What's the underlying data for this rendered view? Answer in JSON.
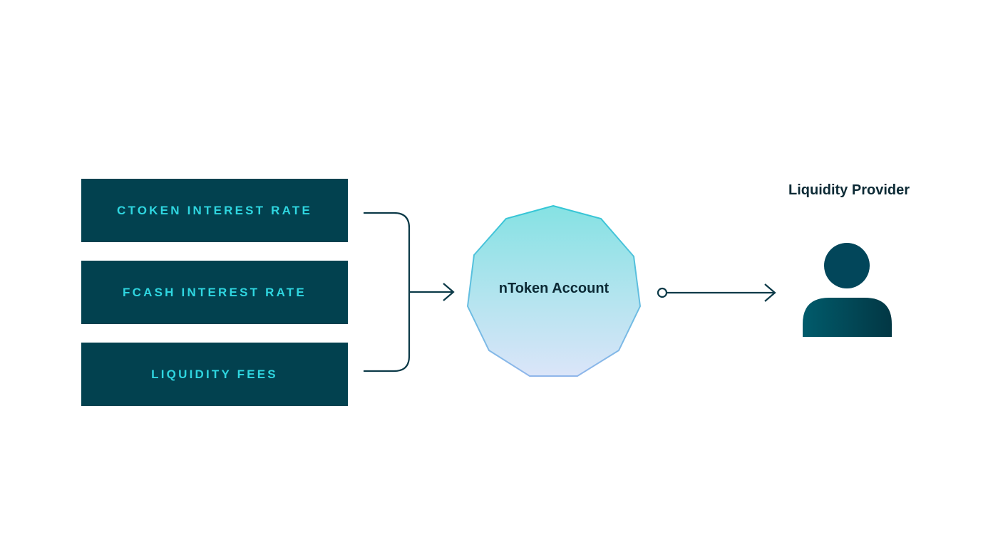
{
  "sources": [
    {
      "label": "CTOKEN INTEREST RATE"
    },
    {
      "label": "FCASH INTEREST RATE"
    },
    {
      "label": "LIQUIDITY FEES"
    }
  ],
  "account": {
    "label": "nToken Account"
  },
  "provider": {
    "title": "Liquidity Provider",
    "icon": "user-icon"
  },
  "colors": {
    "box_fill": "#02414f",
    "box_text": "#2fd6e0",
    "line": "#0c3a48",
    "shape_top": "#88e3e4",
    "shape_bottom": "#d7e3f8",
    "shape_stroke": "#3fc3d6",
    "person_dark": "#01404e",
    "person_light": "#015a6b"
  }
}
